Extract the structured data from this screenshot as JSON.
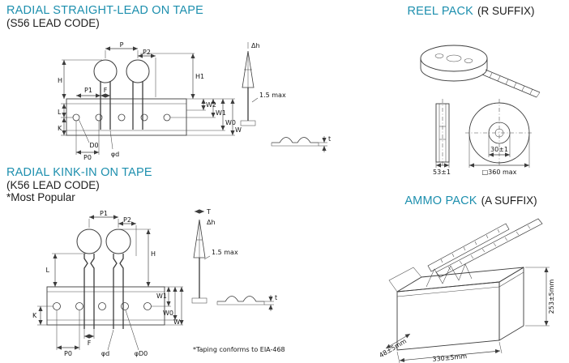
{
  "page": {
    "bg": "#ffffff",
    "accent_color": "#1d8fae",
    "text_color": "#1c1c1c"
  },
  "sections": {
    "straight": {
      "title": "RADIAL STRAIGHT-LEAD ON TAPE",
      "subtitle": "(S56 LEAD CODE)",
      "labels": {
        "p": "P",
        "p1": "P1",
        "p2": "P2",
        "f": "F",
        "h": "H",
        "h1": "H1",
        "w2": "W2",
        "w1": "W1",
        "w0": "W0",
        "w": "W",
        "k": "K",
        "l": "L",
        "d0": "D0",
        "phid": "φd",
        "p0": "P0",
        "dh": "Δh",
        "max15": "1.5 max",
        "t": "t"
      }
    },
    "kink": {
      "title": "RADIAL KINK-IN ON TAPE",
      "subtitle": "(K56 LEAD CODE)",
      "note": "*Most Popular",
      "labels": {
        "p1": "P1",
        "p2": "P2",
        "tcap": "T",
        "dh": "Δh",
        "f": "F",
        "h": "H",
        "l": "L",
        "k": "K",
        "w1": "W1",
        "w0": "W0",
        "w": "W",
        "phido": "φD0",
        "phid": "φd",
        "p0": "P0",
        "max15": "1.5 max",
        "t": "t"
      },
      "footnote": "*Taping conforms to EIA-468"
    },
    "reel": {
      "title": "REEL PACK",
      "suffix": "(R SUFFIX)",
      "dims": {
        "width": "53±1",
        "outer": "□360 max",
        "hub": "30±1"
      }
    },
    "ammo": {
      "title": "AMMO PACK",
      "suffix": "(A SUFFIX)",
      "dims": {
        "height": "253±5mm",
        "depth": "48±5mm",
        "width": "330±5mm"
      }
    }
  }
}
